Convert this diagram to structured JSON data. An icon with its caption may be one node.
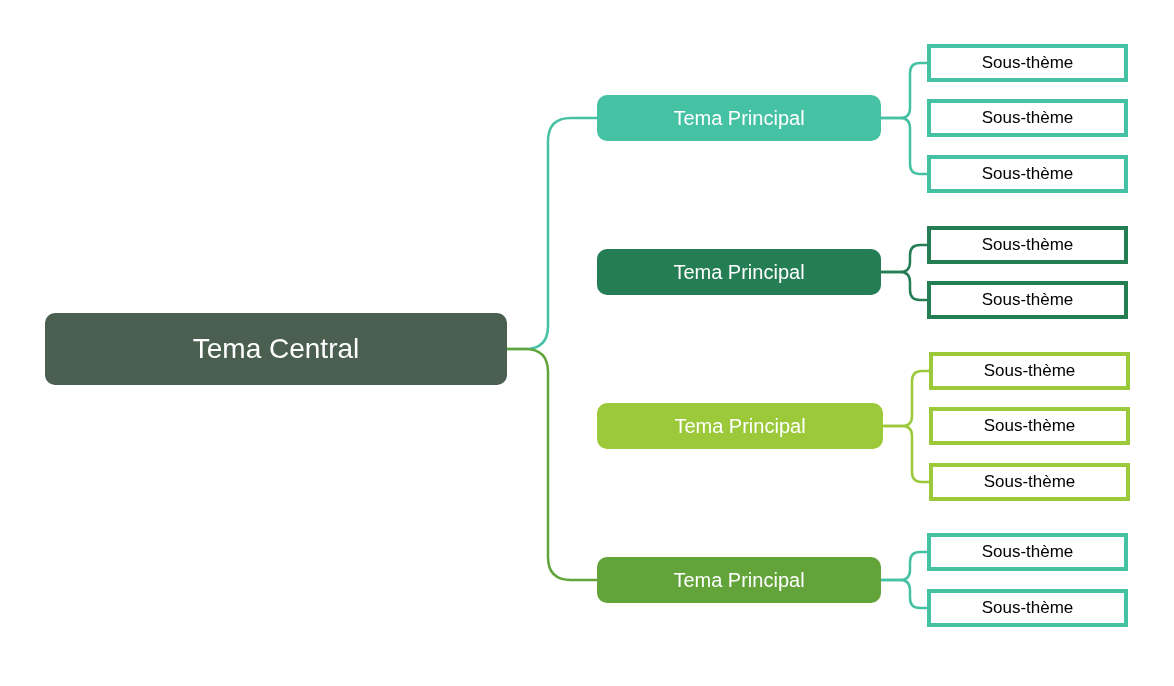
{
  "diagram": {
    "nodes": [
      {
        "text": [
          "Tema Central"
        ]
      },
      {
        "text": [
          "Tema Principal"
        ]
      },
      {
        "text": [
          "Tema Principal"
        ]
      },
      {
        "text": [
          "Tema Principal"
        ]
      },
      {
        "text": [
          "Tema Principal"
        ]
      },
      {
        "text": [
          "Sous-thème"
        ]
      },
      {
        "text": [
          "Sous-thème"
        ]
      },
      {
        "text": [
          "Sous-thème"
        ]
      },
      {
        "text": [
          "Sous-thème"
        ]
      },
      {
        "text": [
          "Sous-thème"
        ]
      },
      {
        "text": [
          "Sous-thème"
        ]
      },
      {
        "text": [
          "Sous-thème"
        ]
      },
      {
        "text": [
          "Sous-thème"
        ]
      },
      {
        "text": [
          "Sous-thème"
        ]
      },
      {
        "text": [
          "Sous-thème"
        ]
      }
    ],
    "edges": [
      {
        "from": 0,
        "to": 1,
        "arrow": "none"
      },
      {
        "from": 0,
        "to": 4,
        "arrow": "none",
        "color": "#62a43a"
      },
      {
        "from": 1,
        "to": 5,
        "arrow": "none"
      },
      {
        "from": 1,
        "to": 7,
        "arrow": "none"
      },
      {
        "from": 2,
        "to": 8,
        "arrow": "none",
        "color": "#257d54"
      },
      {
        "from": 2,
        "to": 9,
        "arrow": "none",
        "color": "#257d54"
      },
      {
        "from": 3,
        "to": 10,
        "arrow": "none",
        "color": "#9bc93a"
      },
      {
        "from": 3,
        "to": 12,
        "arrow": "none",
        "color": "#9bc93a"
      },
      {
        "from": 4,
        "to": 13,
        "arrow": "none"
      },
      {
        "from": 4,
        "to": 14,
        "arrow": "none"
      }
    ]
  }
}
